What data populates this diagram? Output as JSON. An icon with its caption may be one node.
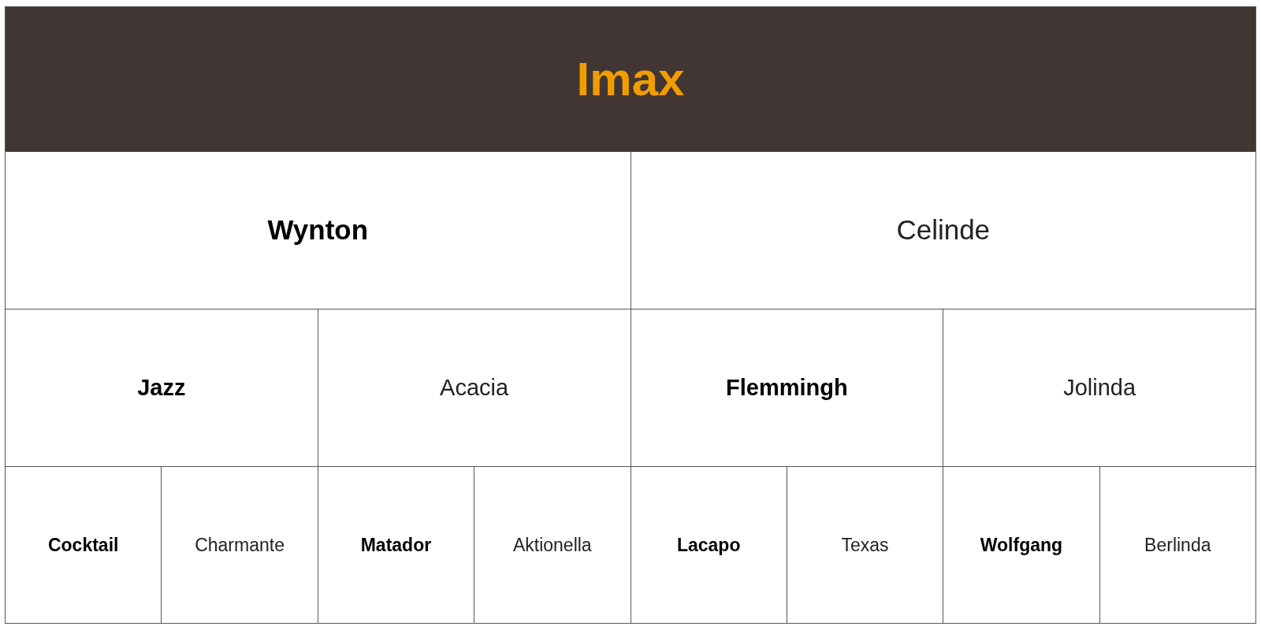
{
  "diagram": {
    "nodes": [
      {
        "text": [
          "Imax"
        ]
      },
      {
        "text": [
          "Wynton"
        ]
      },
      {
        "text": [
          "Celinde"
        ]
      },
      {
        "text": [
          "Jazz"
        ]
      },
      {
        "text": [
          "Acacia"
        ]
      },
      {
        "text": [
          "Flemmingh"
        ]
      },
      {
        "text": [
          "Jolinda"
        ]
      },
      {
        "text": [
          "Cocktail"
        ]
      },
      {
        "text": [
          "Charmante"
        ]
      },
      {
        "text": [
          "Matador"
        ]
      },
      {
        "text": [
          "Aktionella"
        ]
      },
      {
        "text": [
          "Lacapo"
        ]
      },
      {
        "text": [
          "Texas"
        ]
      },
      {
        "text": [
          "Wolfgang"
        ]
      },
      {
        "text": [
          "Berlinda"
        ]
      }
    ]
  }
}
